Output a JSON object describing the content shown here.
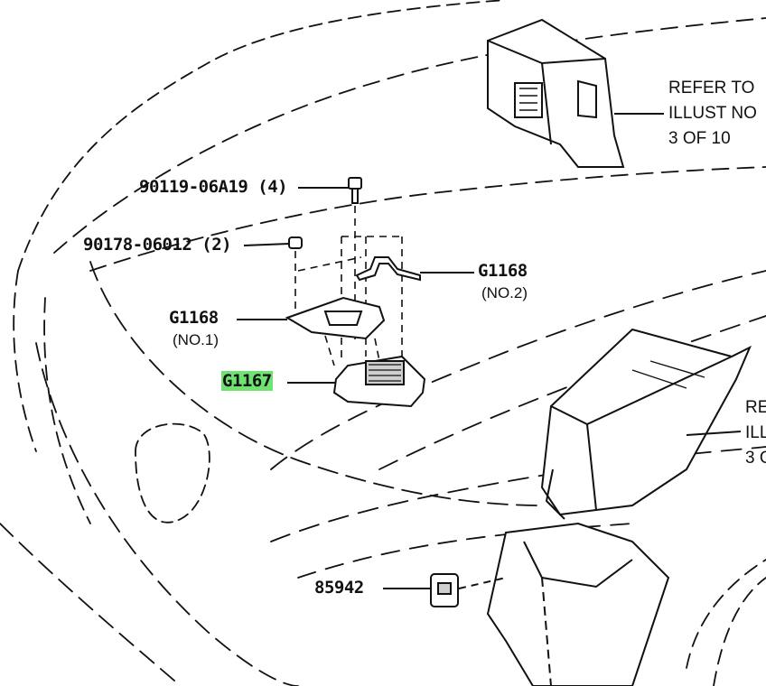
{
  "callouts": {
    "bolt": "90119-06A19 (4)",
    "nut": "90178-06012 (2)",
    "bracket_no2": {
      "code": "G1168",
      "sub": "(NO.2)"
    },
    "bracket_no1": {
      "code": "G1168",
      "sub": "(NO.1)"
    },
    "module": "G1167",
    "clip": "85942"
  },
  "references": {
    "upper": [
      "REFER TO",
      "ILLUST NO",
      "3 OF 10"
    ],
    "right": [
      "RE",
      "ILL",
      "3 O"
    ]
  },
  "colors": {
    "highlight": "#6fe36f",
    "line": "#111111"
  }
}
